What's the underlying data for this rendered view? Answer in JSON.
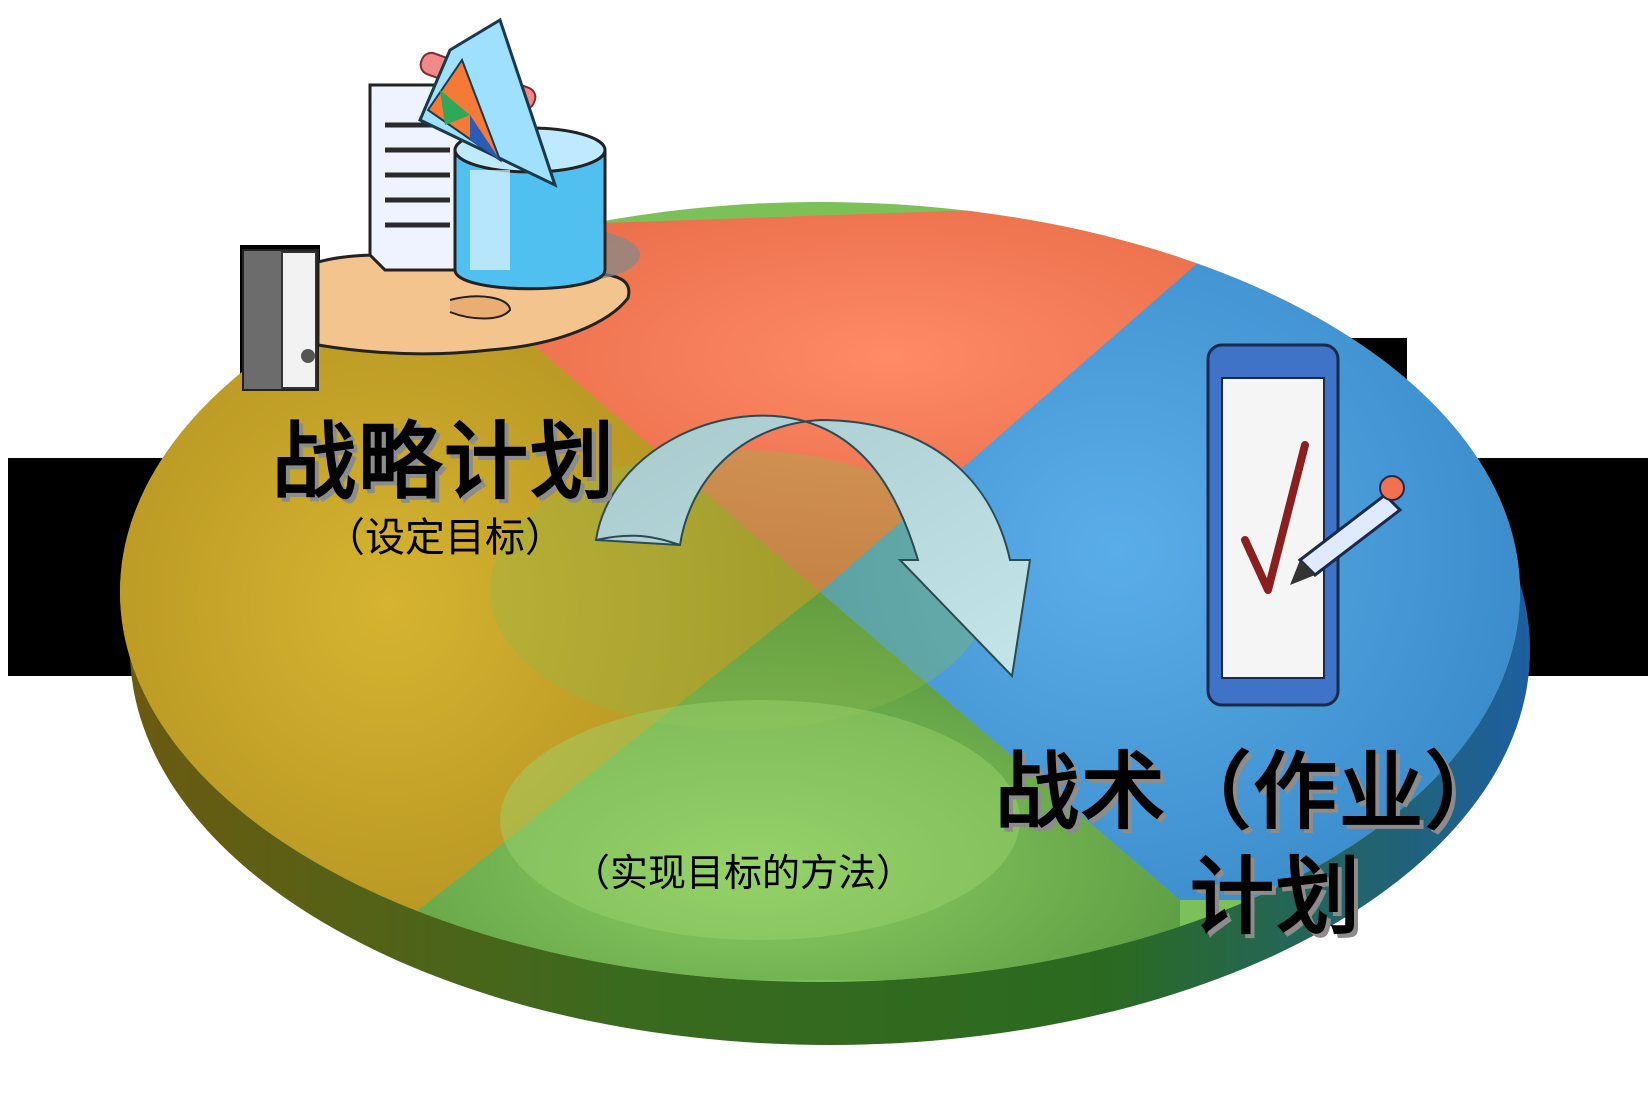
{
  "strategic": {
    "title": "战略计划",
    "subtitle": "（设定目标）"
  },
  "tactical": {
    "title_line1": "战术（作业）",
    "title_line2": "计划"
  },
  "method": {
    "label": "（实现目标的方法）"
  },
  "colors": {
    "slice_red": "#f07c5a",
    "slice_blue": "#3b8fd0",
    "slice_green": "#7cc05a",
    "slice_gold": "#c8a62a",
    "arrow_fill": "#b9dde0",
    "black_band": "#000000"
  },
  "icons": {
    "strategic": "hand-holding-document-icon",
    "tactical": "checklist-clipboard-icon",
    "flow": "curved-arrow-icon"
  }
}
